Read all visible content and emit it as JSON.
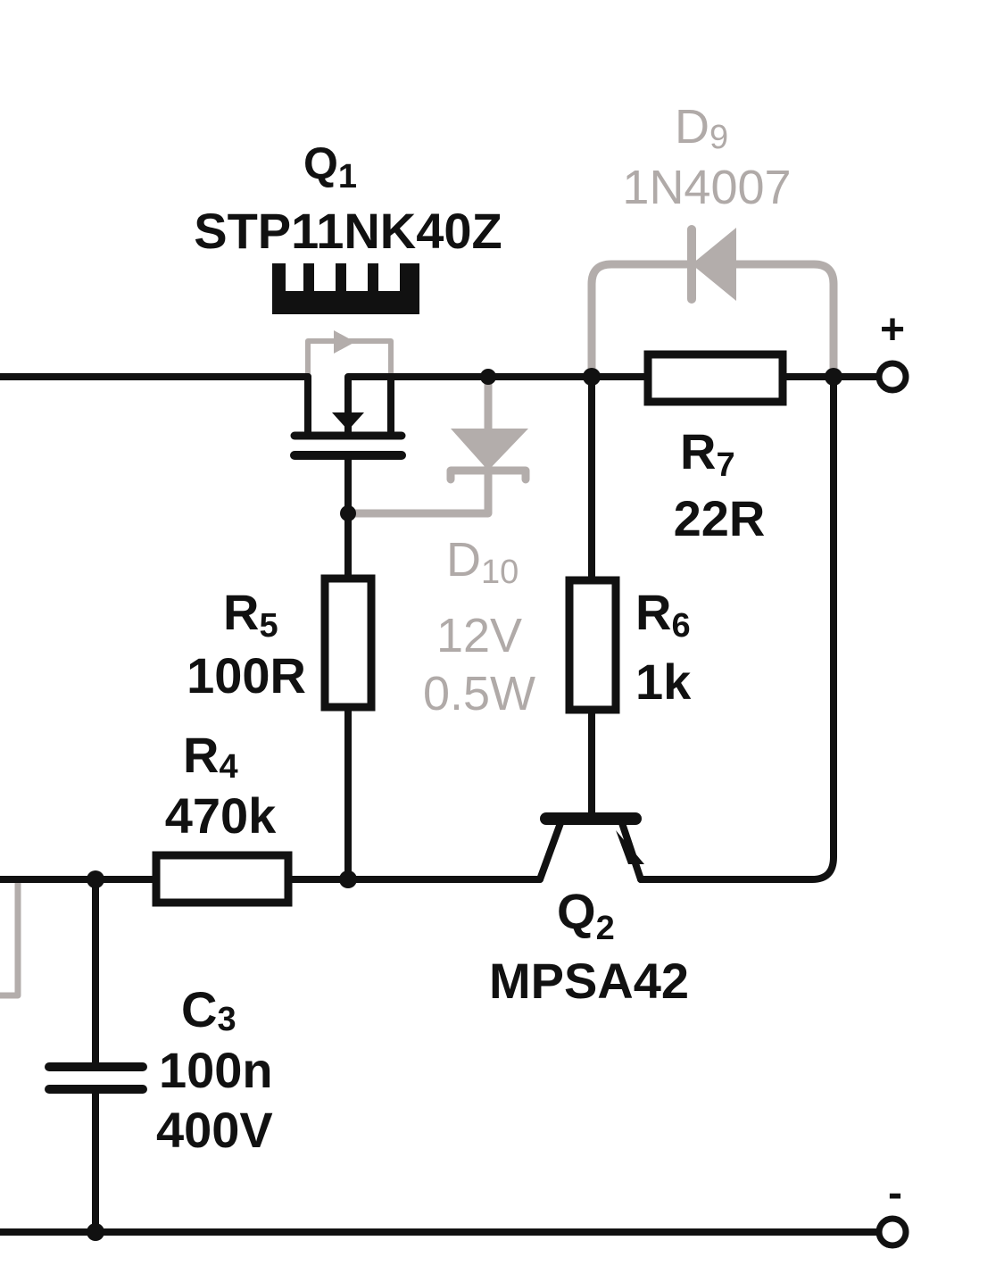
{
  "colors": {
    "wire": "#111111",
    "optional": "#b3adab",
    "background": "#ffffff"
  },
  "components": {
    "q1": {
      "ref": "Q",
      "sub": "1",
      "part": "STP11NK40Z",
      "heatsink": true
    },
    "d9": {
      "ref": "D",
      "sub": "9",
      "part": "1N4007"
    },
    "r7": {
      "ref": "R",
      "sub": "7",
      "value": "22R"
    },
    "d10": {
      "ref": "D",
      "sub": "10",
      "voltage": "12V",
      "power": "0.5W"
    },
    "r5": {
      "ref": "R",
      "sub": "5",
      "value": "100R"
    },
    "r6": {
      "ref": "R",
      "sub": "6",
      "value": "1k"
    },
    "r4": {
      "ref": "R",
      "sub": "4",
      "value": "470k"
    },
    "q2": {
      "ref": "Q",
      "sub": "2",
      "part": "MPSA42"
    },
    "c3": {
      "ref": "C",
      "sub": "3",
      "value": "100n",
      "voltage": "400V"
    }
  },
  "terminals": {
    "positive": "+",
    "negative": "-"
  }
}
